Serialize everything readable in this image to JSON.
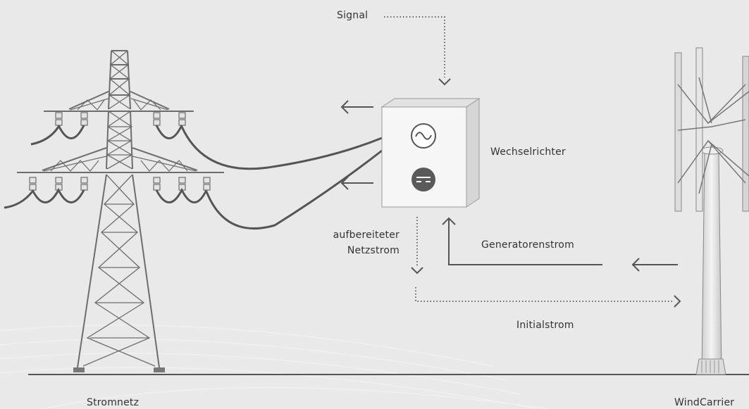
{
  "labels": {
    "signal": "Signal",
    "inverter": "Wechselrichter",
    "processed_line1": "aufbereiteter",
    "processed_line2": "Netzstrom",
    "generator_current": "Generatorenstrom",
    "initial_current": "Initialstrom",
    "grid": "Stromnetz",
    "windcarrier": "WindCarrier"
  },
  "icons": {
    "ac_symbol": "ac-sine-icon",
    "dc_symbol": "dc-icon"
  },
  "colors": {
    "background": "#e9e9e9",
    "line": "#555555",
    "tower": "#6d6d6d",
    "box_front": "#f6f6f6",
    "box_side": "#d6d6d6",
    "dc_fill": "#5a5a5a"
  }
}
